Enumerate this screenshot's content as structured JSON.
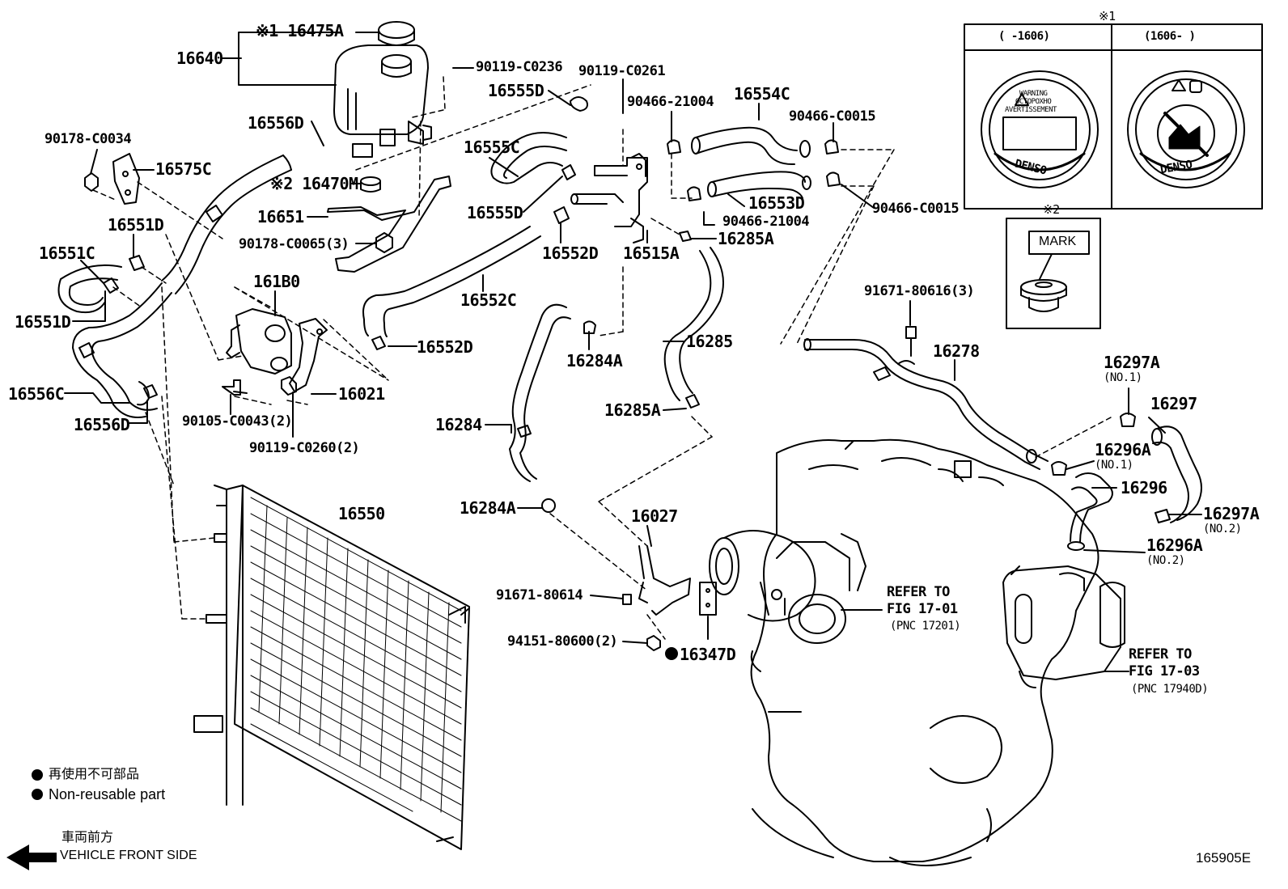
{
  "labels": {
    "p16640": "16640",
    "p16475A": "※1 16475A",
    "p90119_0236": "90119-C0236",
    "p90119_0261": "90119-C0261",
    "p16555D_a": "16555D",
    "p16554C": "16554C",
    "p90466_0015_a": "90466-C0015",
    "p90466_21004_a": "90466-21004",
    "p16556D_a": "16556D",
    "p90178_0034": "90178-C0034",
    "p16575C": "16575C",
    "p16555C": "16555C",
    "p16470M": "※2 16470M",
    "p16651": "16651",
    "p16553D": "16553D",
    "p90466_21004_b": "90466-21004",
    "p90466_0015_b": "90466-C0015",
    "p16555D_b": "16555D",
    "p16285A_a": "16285A",
    "p16551D_a": "16551D",
    "p90178_0065": "90178-C0065(3)",
    "p16552D_a": "16552D",
    "p16515A": "16515A",
    "p16551C": "16551C",
    "p161B0": "161B0",
    "p16552C": "16552C",
    "p91671_80616": "91671-80616(3)",
    "p16551D_b": "16551D",
    "p16552D_b": "16552D",
    "p16285": "16285",
    "p16278": "16278",
    "p16284A_a": "16284A",
    "p16297A_a": "16297A",
    "p16297A_a_no": "(NO.1)",
    "p16021": "16021",
    "p16556C": "16556C",
    "p16297": "16297",
    "p16285A_b": "16285A",
    "p16556D_b": "16556D",
    "p90105_0043": "90105-C0043(2)",
    "p16284": "16284",
    "p16296A_a": "16296A",
    "p16296A_a_no": "(NO.1)",
    "p90119_0260": "90119-C0260(2)",
    "p16296": "16296",
    "p16284A_b": "16284A",
    "p16550": "16550",
    "p16297A_b": "16297A",
    "p16297A_b_no": "(NO.2)",
    "p16027": "16027",
    "p16296A_b": "16296A",
    "p16296A_b_no": "(NO.2)",
    "p91671_80614": "91671-80614",
    "p94151_80600": "94151-80600(2)",
    "p16347D": "16347D"
  },
  "references": {
    "ref1_line1": "REFER TO",
    "ref1_line2": "FIG 17-01",
    "ref1_line3": "(PNC 17201)",
    "ref2_line1": "REFER TO",
    "ref2_line2": "FIG 17-03",
    "ref2_line3": "(PNC 17940D)"
  },
  "inset1": {
    "mark": "※1",
    "col1_header": "(     -1606)",
    "col2_header": "(1606-     )",
    "cap_text_lines": [
      "WARNING",
      "OCTOPOXHO",
      "AVERTISSEMENT"
    ],
    "brand": "DENSO"
  },
  "inset2": {
    "mark": "※2",
    "mark_label": "MARK"
  },
  "legend": {
    "jp": "再使用不可部品",
    "en": "Non-reusable part"
  },
  "direction": {
    "jp": "車両前方",
    "en": "VEHICLE FRONT SIDE"
  },
  "figure_id": "165905E"
}
